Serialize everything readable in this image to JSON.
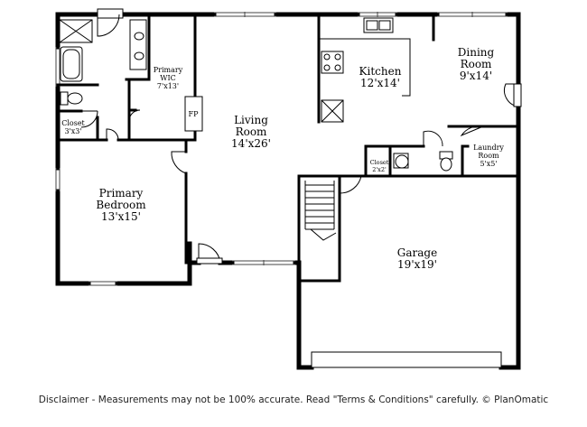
{
  "rooms": {
    "dining": {
      "name_line1": "Dining",
      "name_line2": "Room",
      "size": "9'x14'"
    },
    "kitchen": {
      "name": "Kitchen",
      "size": "12'x14'"
    },
    "living": {
      "name_line1": "Living",
      "name_line2": "Room",
      "size": "14'x26'"
    },
    "primary_wic": {
      "name_line1": "Primary",
      "name_line2": "WIC",
      "size": "7'x13'"
    },
    "closet_primary": {
      "name": "Closet",
      "size": "3'x3'"
    },
    "primary_bedroom": {
      "name_line1": "Primary",
      "name_line2": "Bedroom",
      "size": "13'x15'"
    },
    "laundry": {
      "name_line1": "Laundry",
      "name_line2": "Room",
      "size": "5'x5'"
    },
    "closet_small": {
      "name": "Closet",
      "size": "2'x2'"
    },
    "garage": {
      "name": "Garage",
      "size": "19'x19'"
    }
  },
  "fireplace_label": "FP",
  "disclaimer": "Disclaimer - Measurements may not be 100% accurate. Read \"Terms & Conditions\" carefully. © PlanOmatic"
}
